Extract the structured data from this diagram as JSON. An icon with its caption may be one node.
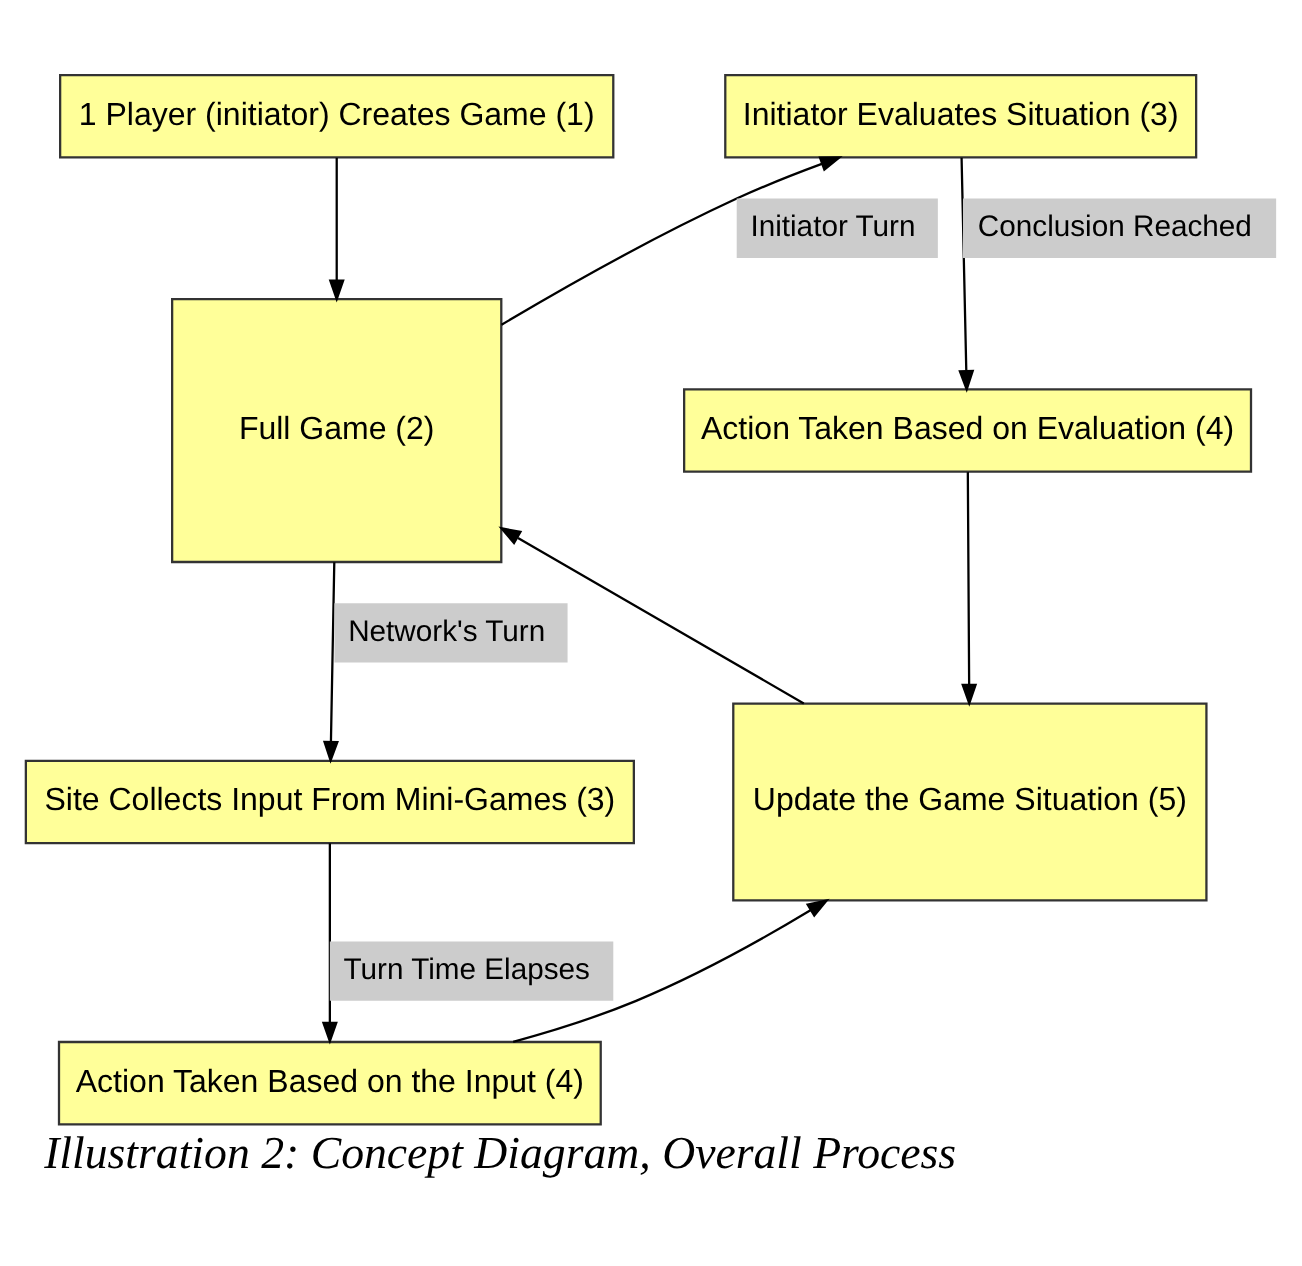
{
  "diagram": {
    "caption": "Illustration 2: Concept Diagram, Overall Process",
    "nodes": [
      {
        "text": [
          "1 Player (initiator) Creates Game (1)"
        ]
      },
      {
        "text": [
          "Full Game (2)"
        ]
      },
      {
        "text": [
          "Initiator Evaluates Situation (3)"
        ]
      },
      {
        "text": [
          "Action Taken Based on Evaluation (4)"
        ]
      },
      {
        "text": [
          "Site Collects Input From Mini-Games (3)"
        ]
      },
      {
        "text": [
          "Update the Game Situation (5)"
        ]
      },
      {
        "text": [
          "Action Taken Based on the Input (4)"
        ]
      }
    ],
    "edges": [
      {
        "from": 0,
        "to": 1,
        "arrow": "to"
      },
      {
        "from": 1,
        "to": 2,
        "arrow": "to",
        "label": "Initiator Turn"
      },
      {
        "from": 2,
        "to": 3,
        "arrow": "to",
        "label": "Conclusion Reached"
      },
      {
        "from": 3,
        "to": 5,
        "arrow": "to"
      },
      {
        "from": 5,
        "to": 1,
        "arrow": "to"
      },
      {
        "from": 1,
        "to": 4,
        "arrow": "to",
        "label": "Network's Turn"
      },
      {
        "from": 4,
        "to": 6,
        "arrow": "to",
        "label": "Turn Time Elapses"
      },
      {
        "from": 6,
        "to": 5,
        "arrow": "to"
      }
    ]
  }
}
